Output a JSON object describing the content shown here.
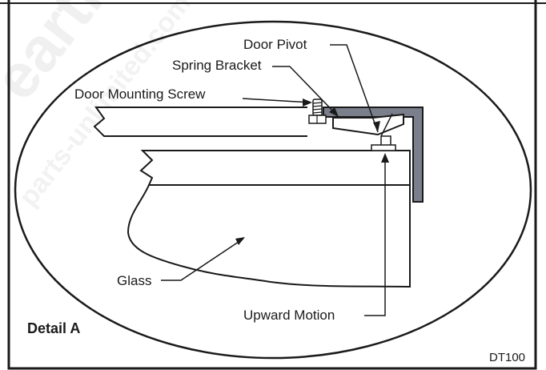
{
  "figure": {
    "detail_label": "Detail A",
    "figure_code": "DT100",
    "callouts": {
      "door_pivot": "Door Pivot",
      "spring_bracket": "Spring Bracket",
      "door_mounting_screw": "Door Mounting Screw",
      "glass": "Glass",
      "upward_motion": "Upward Motion"
    }
  },
  "watermark": {
    "brand_large": "earth",
    "brand_url": "parts-unlimited.com"
  },
  "colors": {
    "line": "#1a1a1a",
    "bracket_fill": "#7b7f8c",
    "background": "#ffffff",
    "watermark": "#e6e6e6"
  }
}
